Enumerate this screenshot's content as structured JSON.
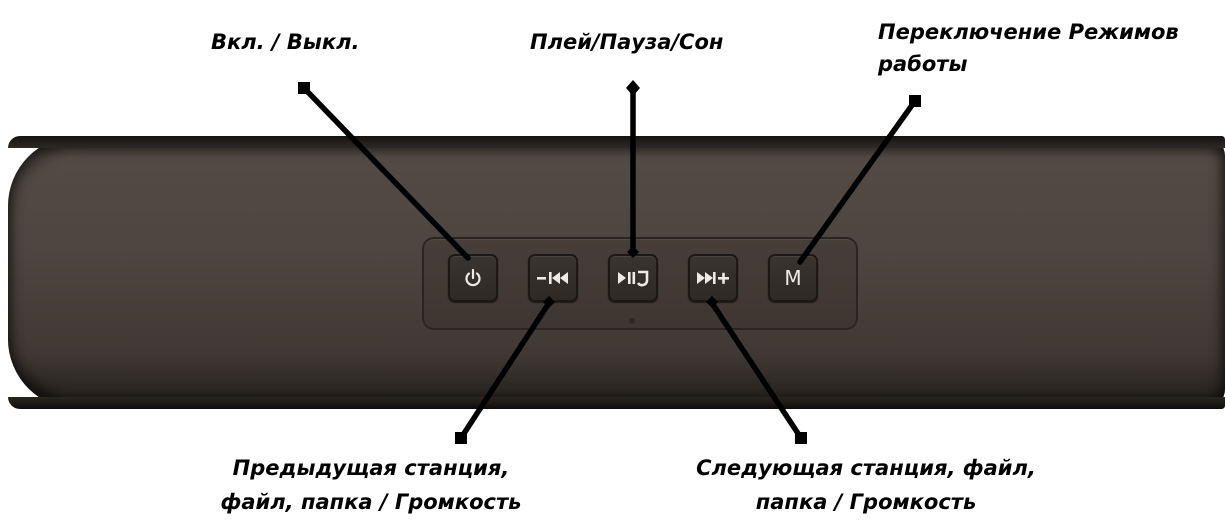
{
  "labels": {
    "power": "Вкл. / Выкл.",
    "play": "Плей/Пауза/Сон",
    "mode_line1": "Переключение Режимов",
    "mode_line2": "работы",
    "prev_line1": "Предыдущая станция,",
    "prev_line2": "файл, папка / Громкость",
    "next_line1": "Следующая станция, файл,",
    "next_line2": "папка / Громкость"
  },
  "buttons": {
    "mode_text": "M"
  },
  "icons": {
    "power": "power-icon",
    "prev": "minus-skip-back-icon",
    "play": "play-pause-sleep-icon",
    "next": "skip-forward-plus-icon"
  },
  "colors": {
    "leader_lines": "#000000",
    "speaker_body": "#4d4540",
    "button_face": "#2e2925",
    "button_glyph": "#efeae6"
  }
}
